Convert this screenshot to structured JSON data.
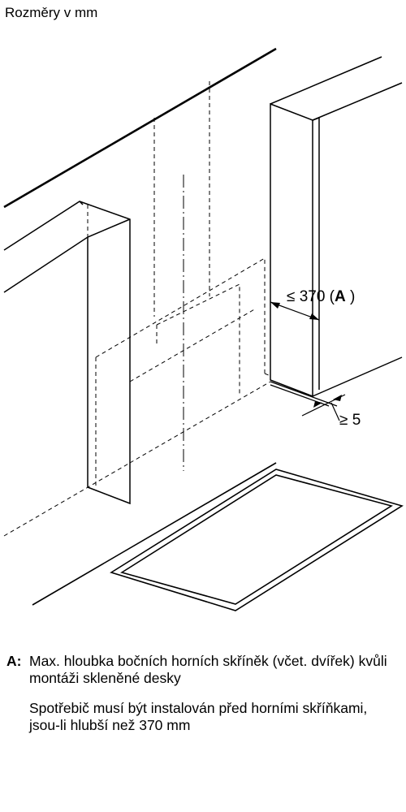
{
  "header": {
    "unit_title": "Rozměry v mm"
  },
  "diagram": {
    "max_depth_label": {
      "prefix": "≤ 370 (",
      "key": "A",
      "suffix": " )"
    },
    "min_gap_label": "≥ 5"
  },
  "legend": {
    "key": "A:",
    "text": "Max. hloubka bočních horních skříněk (včet. dvířek) kvůli montáži skleněné desky",
    "note": "Spotřebič musí být instalován před horními skříňkami, jsou-li hlubší než 370 mm"
  }
}
